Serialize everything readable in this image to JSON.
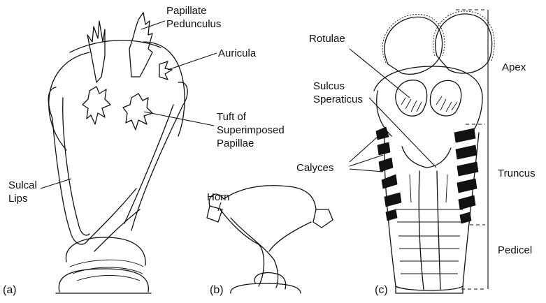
{
  "panels": {
    "a": {
      "tag": "(a)",
      "labels": {
        "papillate_line1": "Papillate",
        "papillate_line2": "Pedunculus",
        "auricula": "Auricula",
        "tuft_line1": "Tuft of",
        "tuft_line2": "Superimposed",
        "tuft_line3": "Papillae",
        "sulcal_line1": "Sulcal",
        "sulcal_line2": "Lips"
      }
    },
    "b": {
      "tag": "(b)",
      "labels": {
        "horn": "Horn"
      }
    },
    "c": {
      "tag": "(c)",
      "labels": {
        "rotulae": "Rotulae",
        "sulcus_line1": "Sulcus",
        "sulcus_line2": "Speraticus",
        "calyces": "Calyces",
        "apex": "Apex",
        "truncus": "Truncus",
        "pedicel": "Pedicel"
      }
    }
  },
  "colors": {
    "ink": "#111111",
    "background": "#ffffff"
  }
}
